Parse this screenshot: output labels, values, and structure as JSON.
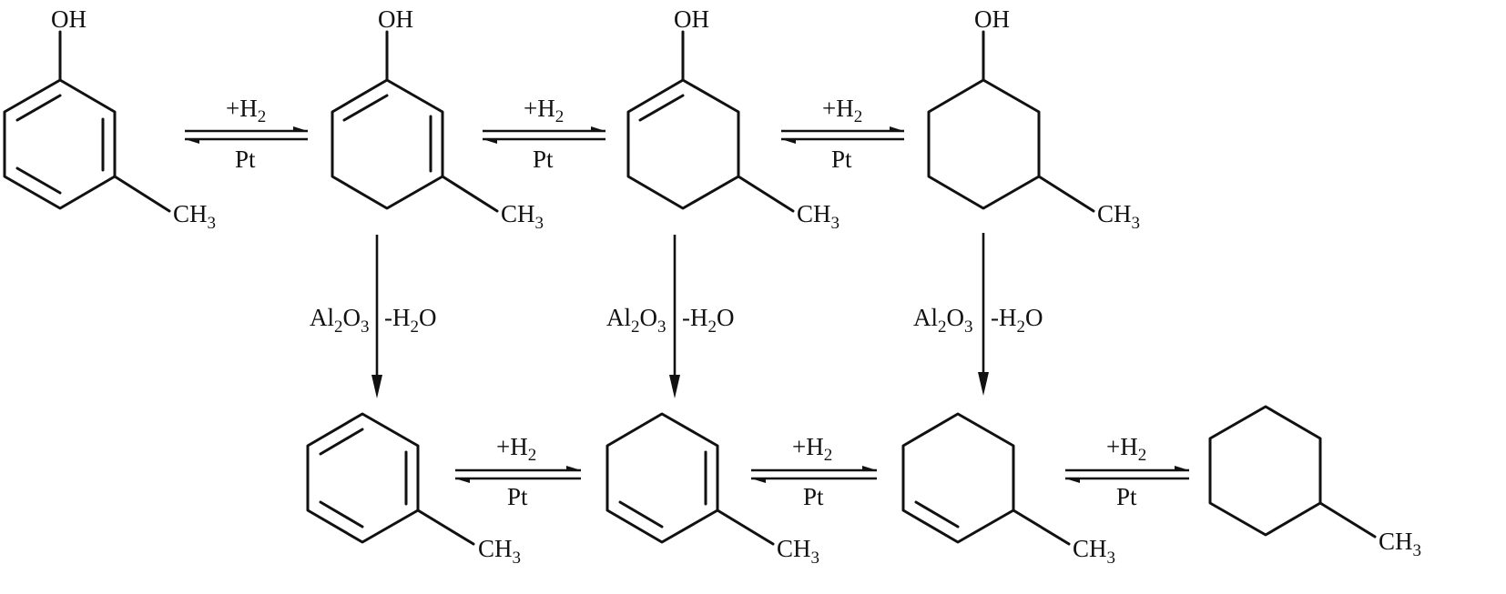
{
  "labels": {
    "oh": "OH",
    "ch3_main": "CH",
    "ch3_sub": "3",
    "h2_prefix": "+H",
    "h2_sub": "2",
    "pt": "Pt",
    "al": "Al",
    "al_sub": "2",
    "o": "O",
    "o_sub": "3",
    "minus_h": "-H",
    "h2o_sub": "2",
    "h2o_o": "O"
  }
}
